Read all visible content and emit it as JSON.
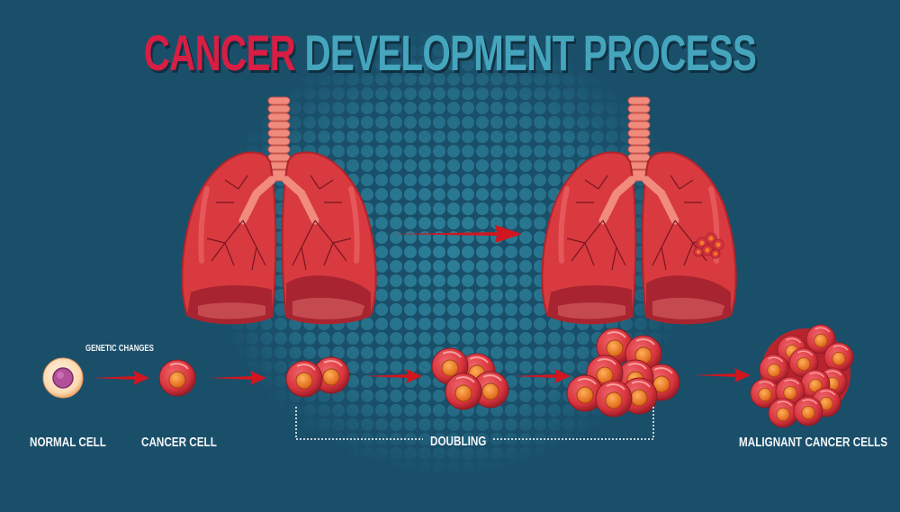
{
  "title": {
    "part1": "CANCER",
    "part2": " DEVELOPMENT PROCESS",
    "colors": {
      "part1": "#d81e44",
      "part2": "#45a5bd"
    }
  },
  "background": {
    "color": "#1a4f6a",
    "halftone_color": "#2c7f98"
  },
  "lungs": [
    {
      "id": "healthy-lungs",
      "state": "healthy",
      "tumor": false
    },
    {
      "id": "diseased-lungs",
      "state": "with tumor",
      "tumor": true
    }
  ],
  "stages": [
    {
      "label": "NORMAL CELL",
      "cells": 1,
      "type": "normal"
    },
    {
      "label": "CANCER CELL",
      "cells": 1,
      "type": "cancer"
    },
    {
      "label": "",
      "cells": 2,
      "type": "cancer"
    },
    {
      "label": "",
      "cells": 4,
      "type": "cancer"
    },
    {
      "label": "",
      "cells": 8,
      "type": "cancer"
    },
    {
      "label": "MALIGNANT CANCER CELLS",
      "cells": 16,
      "type": "malignant"
    }
  ],
  "labels": {
    "genetic_changes": "GENETIC CHANGES",
    "normal_cell": "NORMAL CELL",
    "cancer_cell": "CANCER CELL",
    "doubling": "DOUBLING",
    "malignant": "MALIGNANT CANCER CELLS"
  },
  "colors": {
    "arrow": "#d0161f",
    "lung": "#d83a3f",
    "lung_dark": "#a82430",
    "cell_red": "#d8343c",
    "nucleus": "#ef7f27",
    "normal_cell": "#fbd9b0",
    "normal_nucleus": "#b2509a"
  }
}
